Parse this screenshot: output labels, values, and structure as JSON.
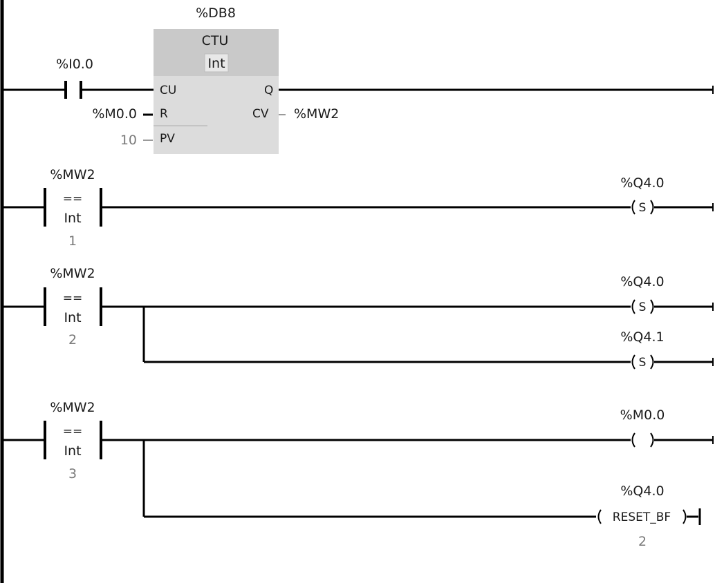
{
  "rail_color": "#000000",
  "block_header_color": "#c9c9c9",
  "block_body_color": "#dcdcdc",
  "network1": {
    "db": "%DB8",
    "type": "CTU",
    "datatype": "Int",
    "contact_addr": "%I0.0",
    "pin_cu": "CU",
    "pin_q": "Q",
    "pin_r": "R",
    "pin_cv": "CV",
    "pin_pv": "PV",
    "r_operand": "%M0.0",
    "cv_operand": "%MW2",
    "pv_value": "10"
  },
  "network2": {
    "cmp_addr": "%MW2",
    "cmp_op": "==",
    "cmp_type": "Int",
    "cmp_value": "1",
    "coil_addr": "%Q4.0",
    "coil_type": "S"
  },
  "network3": {
    "cmp_addr": "%MW2",
    "cmp_op": "==",
    "cmp_type": "Int",
    "cmp_value": "2",
    "coil1_addr": "%Q4.0",
    "coil1_type": "S",
    "coil2_addr": "%Q4.1",
    "coil2_type": "S"
  },
  "network4": {
    "cmp_addr": "%MW2",
    "cmp_op": "==",
    "cmp_type": "Int",
    "cmp_value": "3",
    "coil1_addr": "%M0.0",
    "coil1_type": "",
    "coil2_addr": "%Q4.0",
    "coil2_type": "RESET_BF",
    "coil2_count": "2"
  }
}
